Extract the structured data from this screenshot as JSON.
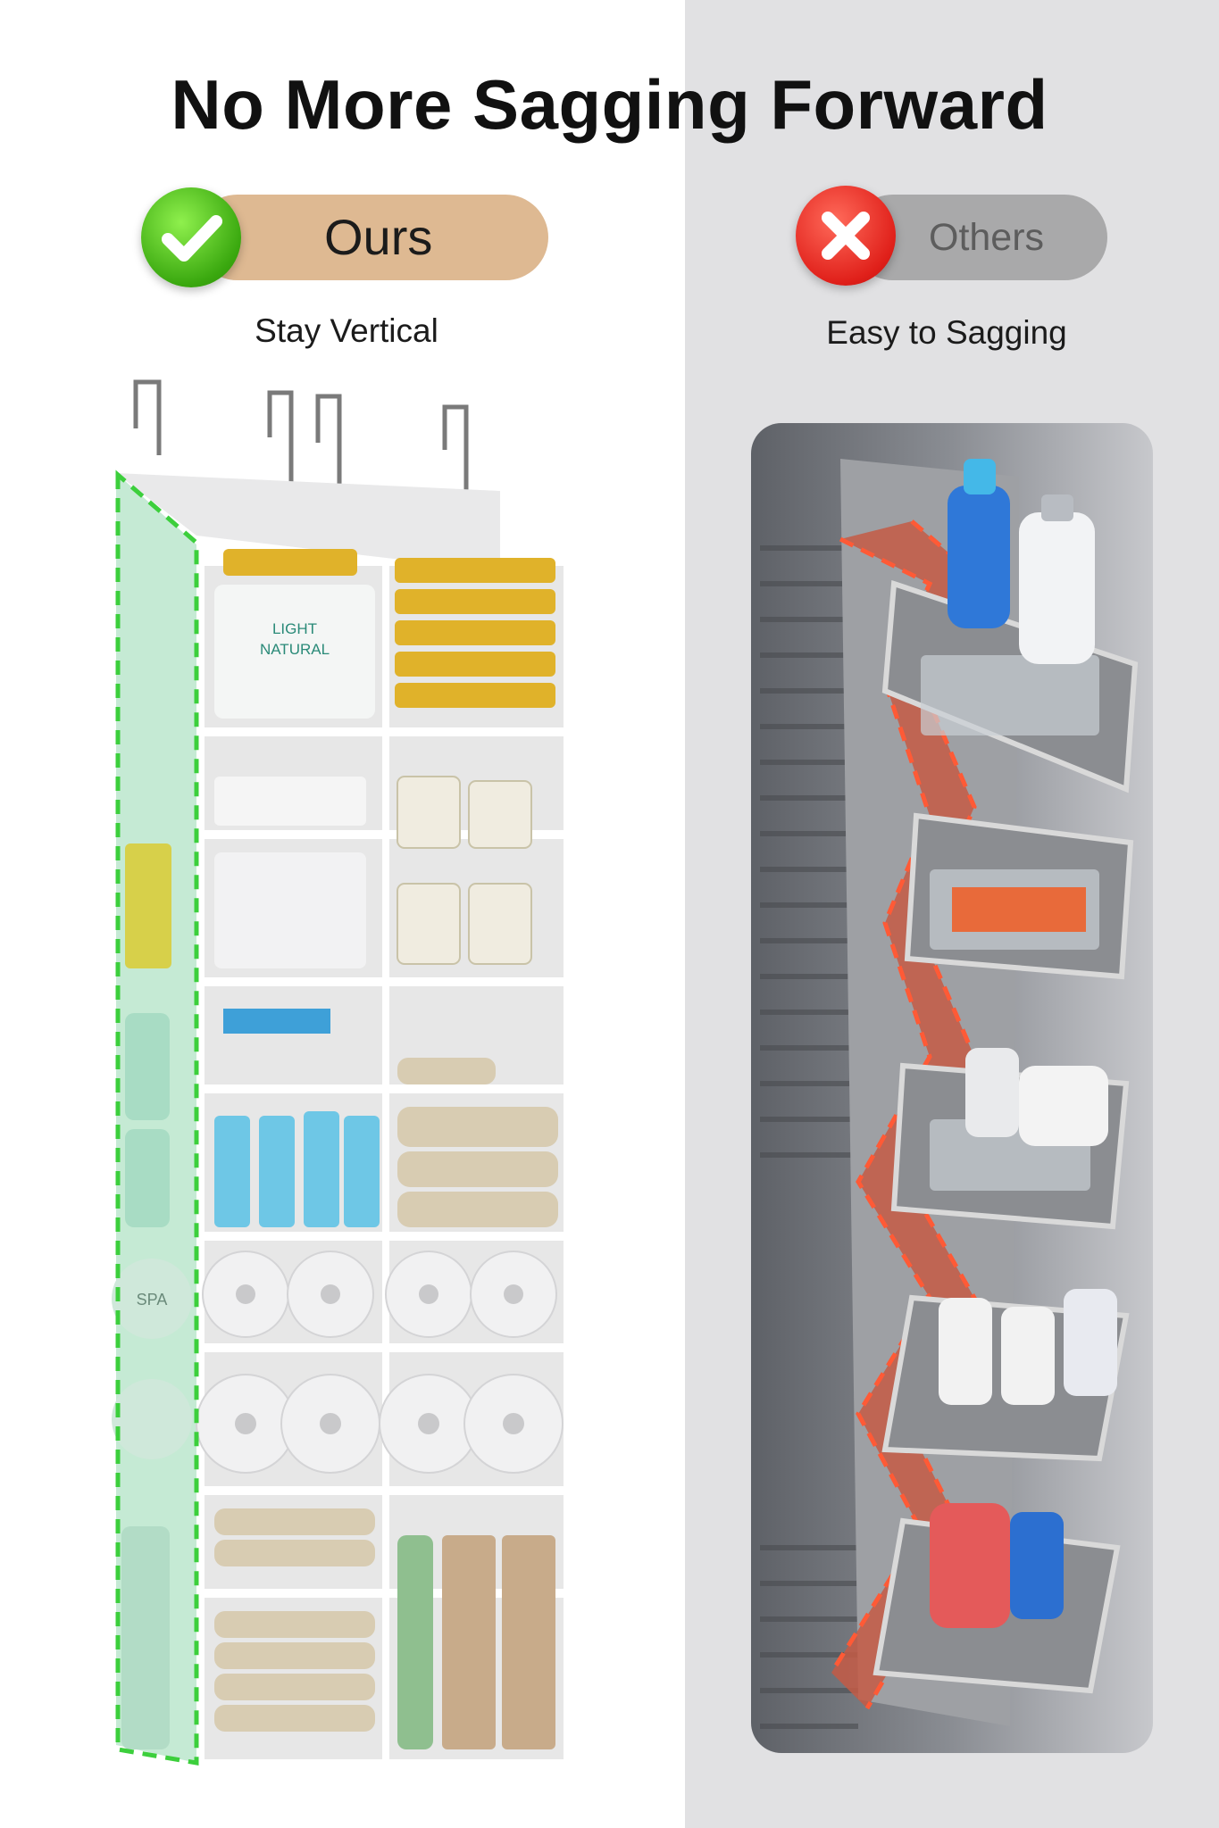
{
  "title": "No More Sagging Forward",
  "ours": {
    "label": "Ours",
    "caption": "Stay Vertical",
    "badge_icon": "check-icon",
    "pill_color": "#deb992",
    "badge_color": "#3aa80f",
    "outline_color": "#3ccf3c",
    "package_text": "LIGHT NATURAL",
    "roll_text": "SPA"
  },
  "others": {
    "label": "Others",
    "caption": "Easy to Sagging",
    "badge_icon": "close-icon",
    "pill_color": "#a9a9aa",
    "badge_color": "#e0201a",
    "outline_color": "#ff5a36"
  },
  "colors": {
    "right_background": "#e1e1e3",
    "title": "#111111"
  }
}
